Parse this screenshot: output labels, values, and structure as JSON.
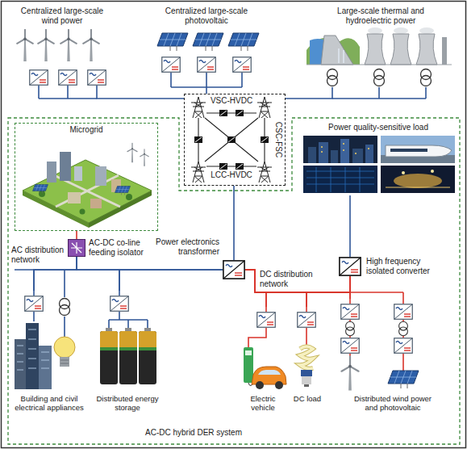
{
  "diagram": {
    "nodes": [
      {
        "text": [
          "Centralized large-scale wind power"
        ]
      },
      {
        "text": [
          "Centralized large-scale photovoltaic"
        ]
      },
      {
        "text": [
          "Large-scale thermal and hydroelectric power"
        ]
      },
      {
        "text": [
          "VSC-HVDC",
          "CSC-FSC",
          "LCC-HVDC"
        ]
      },
      {
        "text": [
          "AC-DC hybrid DER system"
        ]
      },
      {
        "text": [
          "Microgrid"
        ],
        "in": 4
      },
      {
        "text": [
          "Power quality-sensitive load"
        ],
        "in": 4
      },
      {
        "text": [
          "AC-DC co-line feeding isolator"
        ],
        "in": 4
      },
      {
        "text": [
          "Power electronics transformer"
        ],
        "in": 4
      },
      {
        "text": [
          "High frequency isolated converter"
        ],
        "in": 4
      },
      {
        "text": [
          "Building and civil electrical appliances"
        ],
        "in": 4
      },
      {
        "text": [
          "Distributed energy storage"
        ],
        "in": 4
      },
      {
        "text": [
          "Electric vehicle"
        ],
        "in": 4
      },
      {
        "text": [
          "DC load"
        ],
        "in": 4
      },
      {
        "text": [
          "Distributed wind power and photovoltaic"
        ],
        "in": 4
      }
    ],
    "edges": [
      {
        "from": 0,
        "to": 3,
        "arrow": "none"
      },
      {
        "from": 1,
        "to": 3,
        "arrow": "none"
      },
      {
        "from": 2,
        "to": 3,
        "arrow": "none"
      },
      {
        "from": 3,
        "to": 8,
        "arrow": "none"
      },
      {
        "from": 5,
        "to": 7,
        "arrow": "none"
      },
      {
        "from": 7,
        "to": 10,
        "arrow": "none"
      },
      {
        "from": 7,
        "to": 11,
        "arrow": "none"
      },
      {
        "from": 8,
        "to": 10,
        "arrow": "none"
      },
      {
        "from": 8,
        "to": 11,
        "arrow": "none"
      },
      {
        "from": 8,
        "to": 12,
        "arrow": "none"
      },
      {
        "from": 8,
        "to": 13,
        "arrow": "none"
      },
      {
        "from": 8,
        "to": 14,
        "arrow": "none"
      },
      {
        "from": 6,
        "to": 9,
        "arrow": "none"
      },
      {
        "from": 9,
        "to": 12,
        "arrow": "none"
      },
      {
        "from": 9,
        "to": 13,
        "arrow": "none"
      },
      {
        "from": 9,
        "to": 14,
        "arrow": "none"
      }
    ],
    "labels": [
      "AC distribution network",
      "DC distribution network"
    ]
  }
}
